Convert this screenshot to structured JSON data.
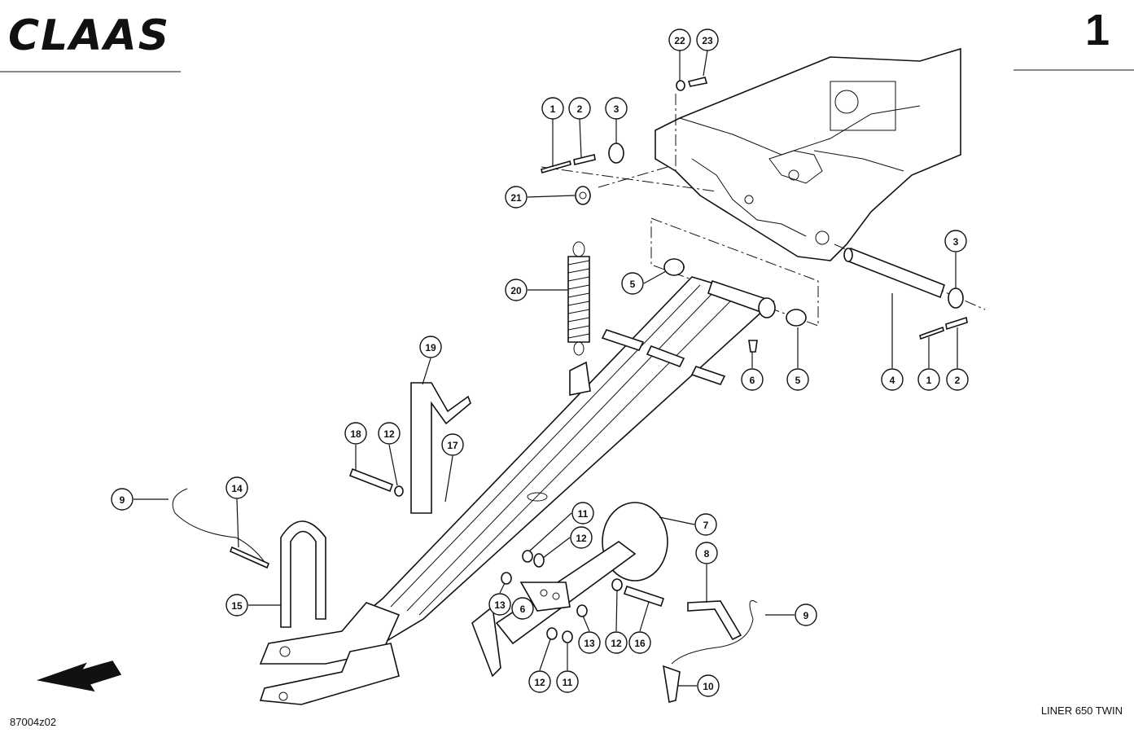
{
  "brand": {
    "logo_text": "CLAAS"
  },
  "sheet": {
    "number": "1",
    "drawing_id": "87004z02",
    "model": "LINER 650 TWIN"
  },
  "callouts": [
    {
      "label": "22"
    },
    {
      "label": "23"
    },
    {
      "label": "1"
    },
    {
      "label": "2"
    },
    {
      "label": "3"
    },
    {
      "label": "21"
    },
    {
      "label": "20"
    },
    {
      "label": "5"
    },
    {
      "label": "3"
    },
    {
      "label": "4"
    },
    {
      "label": "1"
    },
    {
      "label": "2"
    },
    {
      "label": "6"
    },
    {
      "label": "5"
    },
    {
      "label": "19"
    },
    {
      "label": "18"
    },
    {
      "label": "12"
    },
    {
      "label": "17"
    },
    {
      "label": "9"
    },
    {
      "label": "14"
    },
    {
      "label": "11"
    },
    {
      "label": "12"
    },
    {
      "label": "7"
    },
    {
      "label": "8"
    },
    {
      "label": "15"
    },
    {
      "label": "13"
    },
    {
      "label": "6"
    },
    {
      "label": "13"
    },
    {
      "label": "12"
    },
    {
      "label": "16"
    },
    {
      "label": "9"
    },
    {
      "label": "12"
    },
    {
      "label": "11"
    },
    {
      "label": "10"
    }
  ]
}
